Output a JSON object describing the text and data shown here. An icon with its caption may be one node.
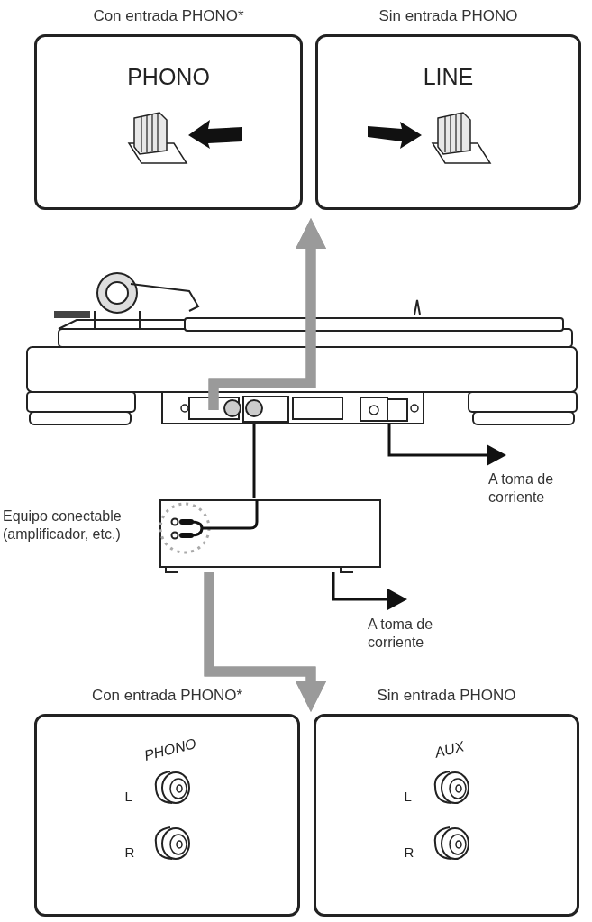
{
  "diagram": {
    "nodes": [
      {
        "text": [
          "Con entrada PHONO*",
          "PHONO"
        ]
      },
      {
        "text": [
          "Sin entrada PHONO",
          "LINE"
        ]
      },
      {
        "text": [],
        "shape": "picture"
      },
      {
        "text": [
          "Equipo conectable (amplificador, etc.)"
        ]
      },
      {
        "text": [
          "A toma de corriente"
        ]
      },
      {
        "text": [
          "A toma de corriente"
        ]
      },
      {
        "text": [
          "Con entrada PHONO*",
          "PHONO",
          "L",
          "R"
        ]
      },
      {
        "text": [
          "Sin entrada PHONO",
          "AUX",
          "L",
          "R"
        ]
      }
    ],
    "edges": [
      {
        "from": 2,
        "to": 0,
        "arrow": "to"
      },
      {
        "from": 2,
        "to": 1,
        "arrow": "to"
      },
      {
        "from": 2,
        "to": 3,
        "arrow": "none",
        "color": "#111111"
      },
      {
        "from": 2,
        "to": 4,
        "arrow": "to",
        "color": "#111111"
      },
      {
        "from": 3,
        "to": 5,
        "arrow": "to",
        "color": "#111111"
      },
      {
        "from": 3,
        "to": 6,
        "arrow": "to"
      },
      {
        "from": 3,
        "to": 7,
        "arrow": "to"
      }
    ]
  }
}
